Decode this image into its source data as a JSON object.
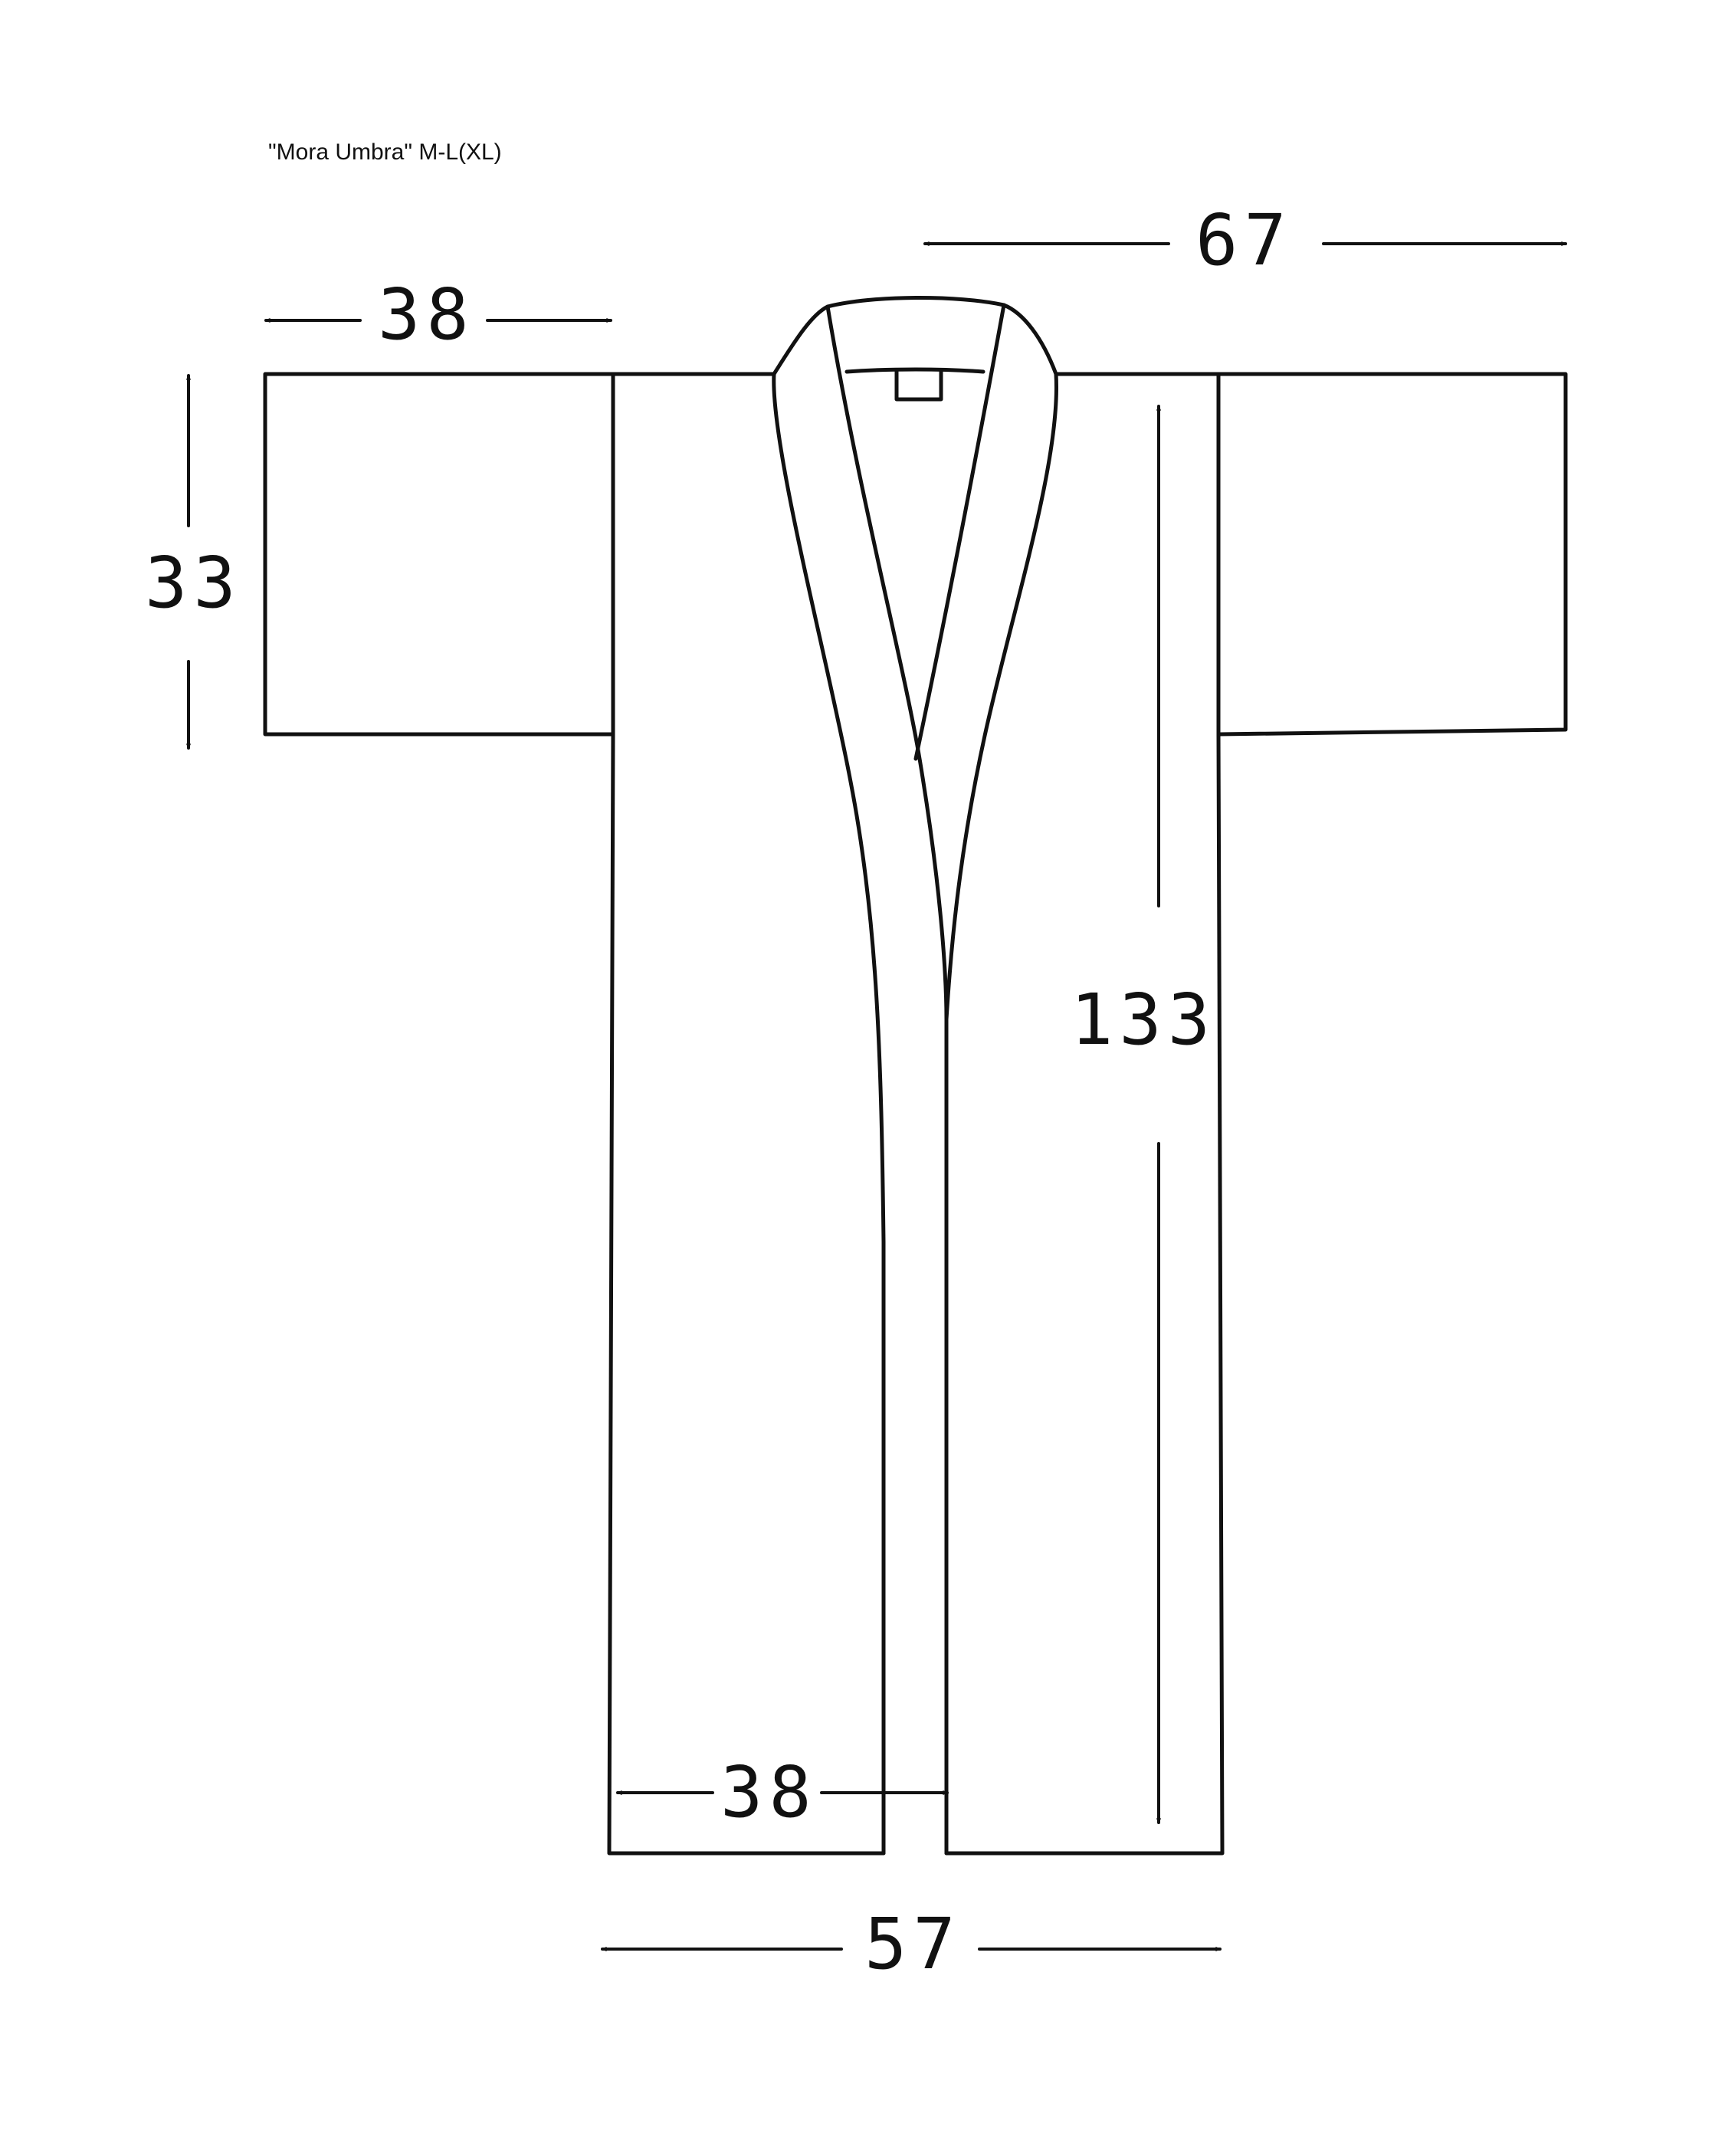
{
  "title": "\"Mora Umbra\" M-L(XL)",
  "colors": {
    "ink": "#111111",
    "background": "#ffffff"
  },
  "dimensions": {
    "sleeve_length": "38",
    "sleeve_height": "33",
    "sleeve_span": "67",
    "body_length": "133",
    "front_width": "38",
    "hem_width": "57"
  }
}
